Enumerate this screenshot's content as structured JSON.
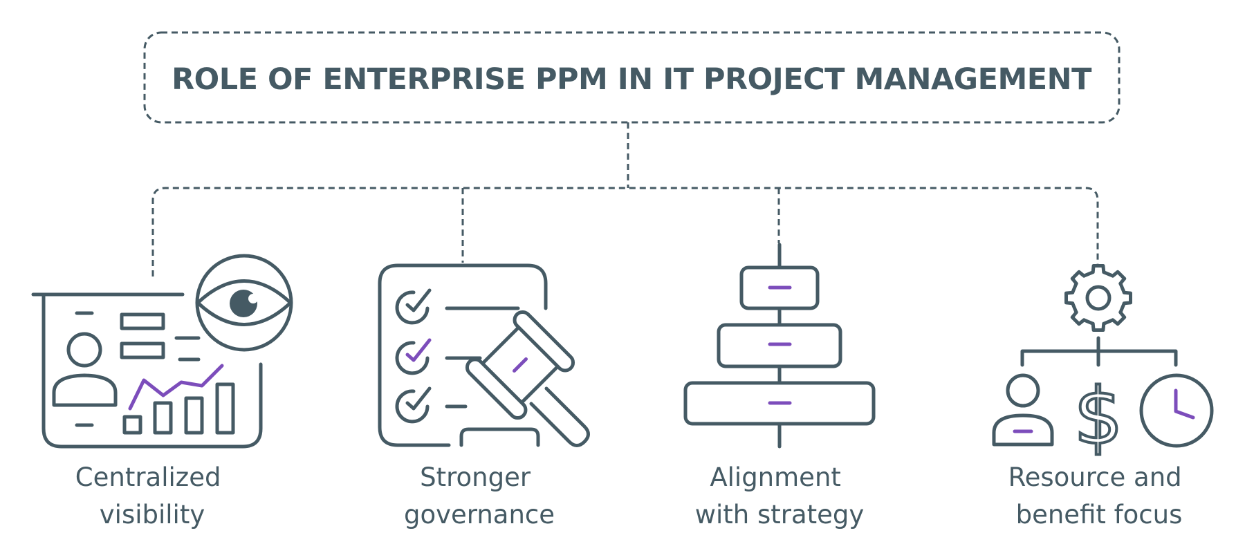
{
  "title": "ROLE OF ENTERPRISE PPM IN IT PROJECT MANAGEMENT",
  "colors": {
    "ink": "#455a64",
    "accent": "#7c4dbb",
    "background": "#ffffff"
  },
  "items": [
    {
      "id": "centralized-visibility",
      "icon": "dashboard-eye-icon",
      "label_lines": [
        "Centralized",
        "visibility"
      ]
    },
    {
      "id": "stronger-governance",
      "icon": "checklist-gavel-icon",
      "label_lines": [
        "Stronger",
        "governance"
      ]
    },
    {
      "id": "alignment-with-strategy",
      "icon": "stacked-hierarchy-icon",
      "label_lines": [
        "Alignment",
        "with strategy"
      ]
    },
    {
      "id": "resource-and-benefit-focus",
      "icon": "gear-person-dollar-clock-icon",
      "label_lines": [
        "Resource and",
        "benefit focus"
      ]
    }
  ]
}
